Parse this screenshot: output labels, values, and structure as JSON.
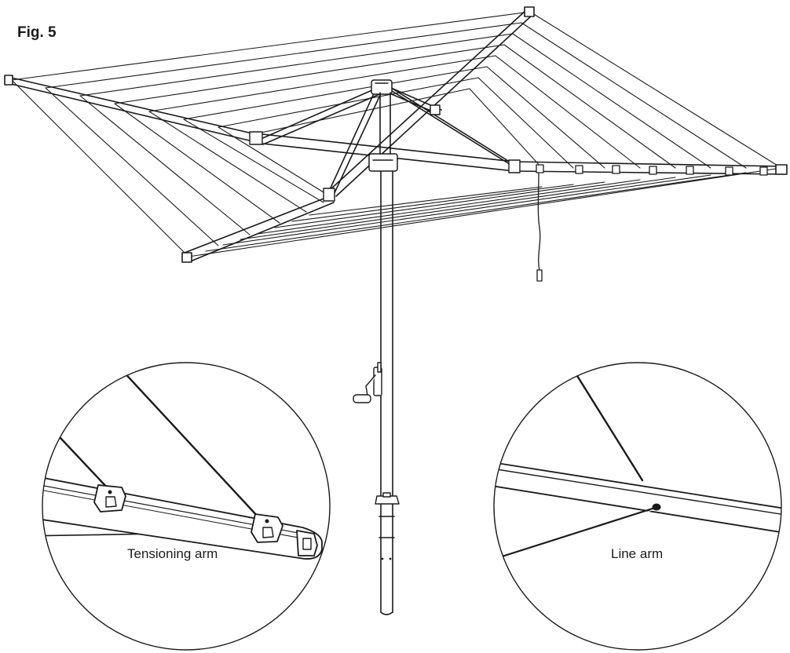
{
  "figure": {
    "label": "Fig. 5"
  },
  "callouts": {
    "tensioning_arm": "Tensioning arm",
    "line_arm": "Line arm"
  },
  "colors": {
    "stroke": "#1a1a1a",
    "background": "#ffffff"
  }
}
